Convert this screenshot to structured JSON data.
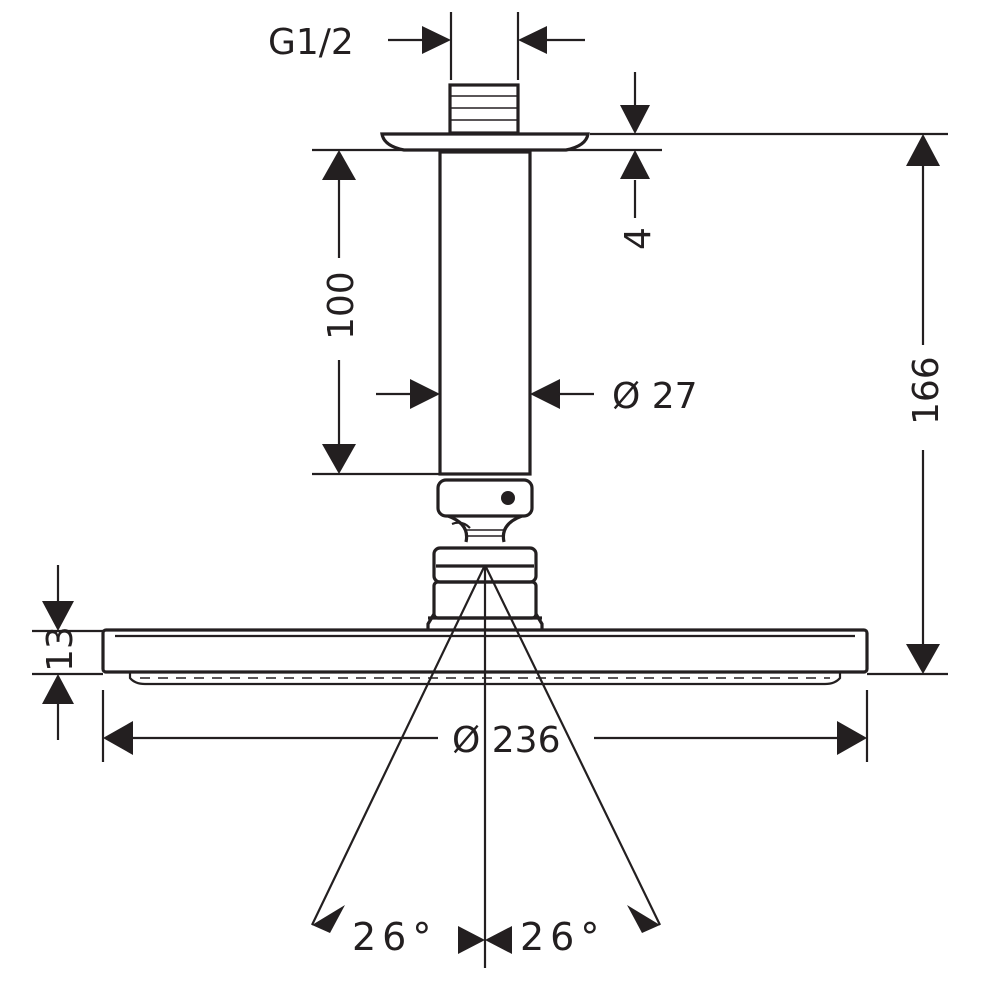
{
  "dimensions": {
    "thread": "G1/2",
    "flange_gap": "4",
    "arm_length": "100",
    "arm_diameter": "Ø 27",
    "total_height": "166",
    "head_thickness": "13",
    "head_diameter": "Ø 236",
    "tilt_left": "26°",
    "tilt_right": "26°"
  }
}
